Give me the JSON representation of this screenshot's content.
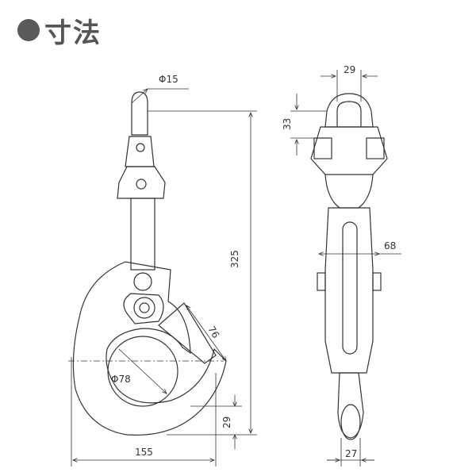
{
  "header": {
    "title": "寸法"
  },
  "dimensions": {
    "pin_diameter": "Φ15",
    "height": "325",
    "throat": "76",
    "hook_inner": "Φ78",
    "hook_tip": "29",
    "width": "155",
    "top_width": "29",
    "top_height": "33",
    "body_width": "68",
    "bottom_width": "27"
  }
}
